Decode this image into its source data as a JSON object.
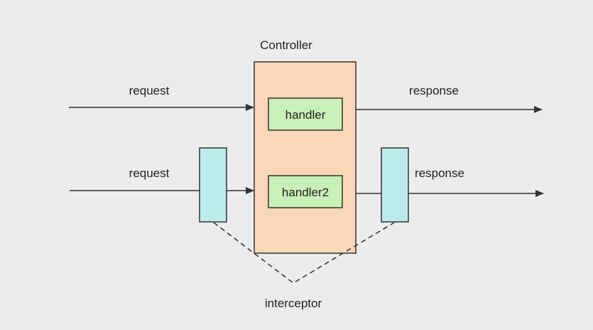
{
  "labels": {
    "controller": "Controller",
    "request_top": "request",
    "response_top": "response",
    "request_bottom": "request",
    "response_bottom": "response",
    "interceptor": "interceptor"
  },
  "boxes": {
    "handler": "handler",
    "handler2": "handler2"
  },
  "colors": {
    "background": "#ececec",
    "controller_fill": "#fad7b6",
    "handler_fill": "#c9f0b6",
    "interceptor_fill": "#bdeaea",
    "stroke": "#333333"
  }
}
